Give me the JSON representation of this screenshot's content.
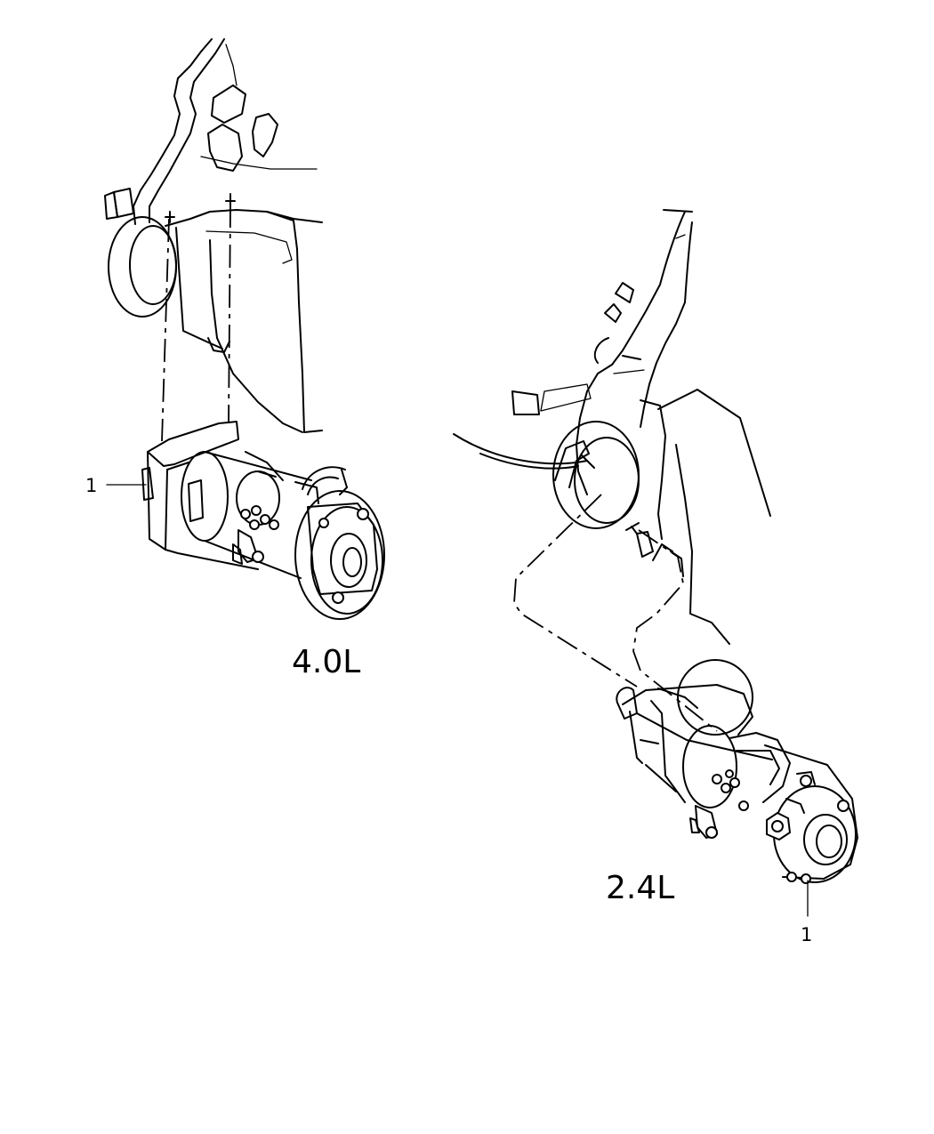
{
  "diagram": {
    "engine_labels": [
      {
        "id": "engine-4-0l",
        "text": "4.0L"
      },
      {
        "id": "engine-2-4l",
        "text": "2.4L"
      }
    ],
    "callouts": [
      {
        "id": "callout-starter-4-0l",
        "number": "1"
      },
      {
        "id": "callout-starter-2-4l",
        "number": "1"
      }
    ],
    "colors": {
      "line": "#000000",
      "background": "#ffffff"
    }
  }
}
